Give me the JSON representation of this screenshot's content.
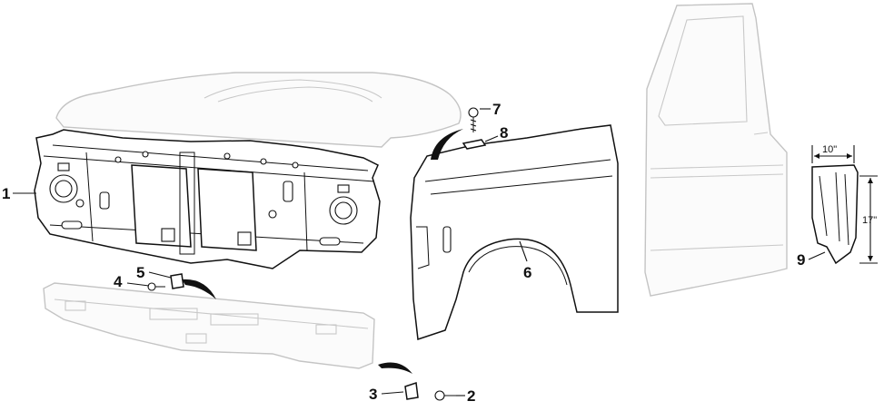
{
  "callouts": [
    {
      "id": "callout-1",
      "label": "1"
    },
    {
      "id": "callout-2",
      "label": "2"
    },
    {
      "id": "callout-3",
      "label": "3"
    },
    {
      "id": "callout-4",
      "label": "4"
    },
    {
      "id": "callout-5",
      "label": "5"
    },
    {
      "id": "callout-6",
      "label": "6"
    },
    {
      "id": "callout-7",
      "label": "7"
    },
    {
      "id": "callout-8",
      "label": "8"
    },
    {
      "id": "callout-9",
      "label": "9"
    }
  ],
  "dimensions": {
    "width": "10\"",
    "height": "17\""
  }
}
